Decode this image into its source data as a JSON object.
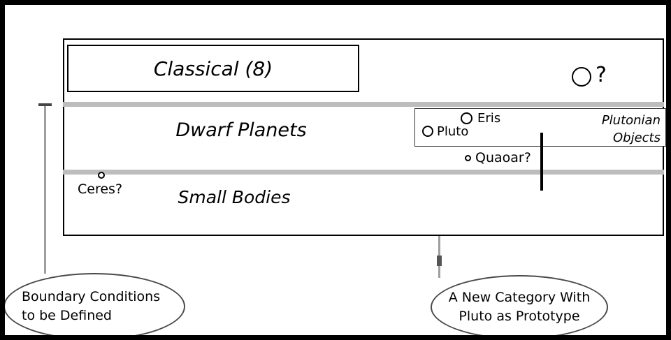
{
  "diagram": {
    "classical": {
      "label": "Classical (8)"
    },
    "unknown_planet": {
      "question_mark": "?"
    },
    "dwarf_planets": {
      "label": "Dwarf Planets"
    },
    "plutonian_box": {
      "eris_label": "Eris",
      "pluto_label": "Pluto",
      "title_line1": "Plutonian",
      "title_line2": "Objects"
    },
    "quaoar": {
      "label": "Quaoar?"
    },
    "ceres": {
      "label": "Ceres?"
    },
    "small_bodies": {
      "label": "Small Bodies"
    },
    "left_callout": {
      "line1": "Boundary Conditions",
      "line2": "to be Defined"
    },
    "right_callout": {
      "line1": "A New Category With",
      "line2": "Pluto as Prototype"
    },
    "colors": {
      "ink": "#000000",
      "separator": "#bdbdbd",
      "connector": "#9e9e9e",
      "background": "#ffffff"
    }
  }
}
